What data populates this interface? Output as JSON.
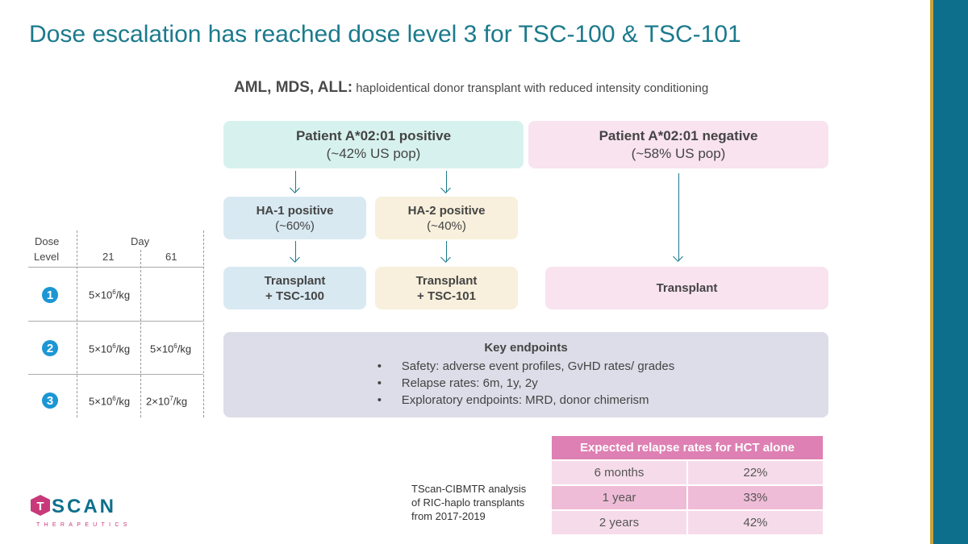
{
  "title": "Dose escalation has reached dose level 3 for TSC-100 & TSC-101",
  "subtitle": {
    "bold": "AML, MDS, ALL:",
    "rest": "haploidentical donor transplant with reduced intensity conditioning"
  },
  "flow": {
    "positive": {
      "line1": "Patient A*02:01 positive",
      "line2": "(~42% US pop)"
    },
    "negative": {
      "line1": "Patient A*02:01 negative",
      "line2": "(~58% US pop)"
    },
    "ha1": {
      "line1": "HA-1 positive",
      "line2": "(~60%)"
    },
    "ha2": {
      "line1": "HA-2 positive",
      "line2": "(~40%)"
    },
    "t100": {
      "line1": "Transplant",
      "line2": "+ TSC-100"
    },
    "t101": {
      "line1": "Transplant",
      "line2": "+ TSC-101"
    },
    "tneg": {
      "line1": "Transplant"
    }
  },
  "endpoints": {
    "title": "Key endpoints",
    "items": [
      "Safety: adverse event profiles, GvHD rates/ grades",
      "Relapse rates: 6m, 1y, 2y",
      "Exploratory endpoints: MRD, donor chimerism"
    ]
  },
  "dose_table": {
    "col_dose": "Dose",
    "col_level": "Level",
    "col_day": "Day",
    "day21": "21",
    "day61": "61",
    "rows": [
      {
        "level": "1",
        "d21_base": "5×10",
        "d21_exp": "6",
        "d21_unit": "/kg",
        "d61_base": "",
        "d61_exp": "",
        "d61_unit": ""
      },
      {
        "level": "2",
        "d21_base": "5×10",
        "d21_exp": "6",
        "d21_unit": "/kg",
        "d61_base": "5×10",
        "d61_exp": "6",
        "d61_unit": "/kg"
      },
      {
        "level": "3",
        "d21_base": "5×10",
        "d21_exp": "6",
        "d21_unit": "/kg",
        "d61_base": "2×10",
        "d61_exp": "7",
        "d61_unit": "/kg"
      }
    ]
  },
  "relapse": {
    "header": "Expected relapse rates for HCT alone",
    "rows": [
      {
        "period": "6 months",
        "rate": "22%"
      },
      {
        "period": "1 year",
        "rate": "33%"
      },
      {
        "period": "2 years",
        "rate": "42%"
      }
    ],
    "colors": {
      "header": "#de80b3",
      "row_light": "#f6dcea",
      "row_dark": "#efbcd7"
    }
  },
  "note": {
    "line1": "TScan-CIBMTR analysis",
    "line2": "of RIC-haplo transplants",
    "line3": "from 2017-2019"
  },
  "logo": {
    "brand": "TSCAN",
    "tagline": "THERAPEUTICS",
    "color": "#0e6f8c",
    "accent": "#c8397a"
  },
  "colors": {
    "title": "#1b7a8c",
    "accent_bar": "#c9a43a",
    "side_bar": "#0e6f8c",
    "dose_circle": "#1c96d4"
  }
}
